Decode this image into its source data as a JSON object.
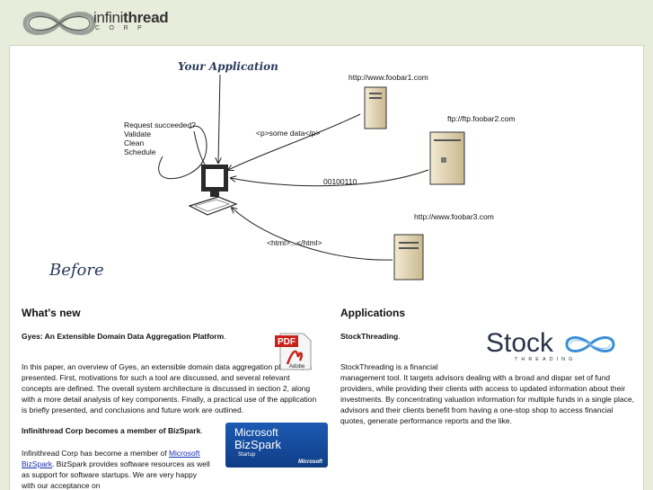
{
  "header": {
    "brand_name_light": "infini",
    "brand_name_bold": "thread",
    "brand_sub": "CORP"
  },
  "diagram": {
    "title": "Your Application",
    "before_label": "Before",
    "steps": [
      "Request succeeded?",
      "Validate",
      "Clean",
      "Schedule"
    ],
    "servers": [
      {
        "url": "http://www.foobar1.com",
        "message": "<p>some data</p>"
      },
      {
        "url": "ftp://ftp.foobar2.com",
        "message": "00100110"
      },
      {
        "url": "http://www.foobar3.com",
        "message": "<html>...</html>"
      }
    ]
  },
  "whats_new": {
    "heading": "What's new",
    "items": [
      {
        "title": "Gyes: An Extensible Domain Data Aggregation Platform",
        "body": "In this paper, an overview of Gyes, an extensible domain data aggregation platform, is presented. First, motivations for such a tool are discussed, and several relevant concepts are defined. The overall system architecture is discussed in section 2, along with a more detail analysis of key components. Finally, a practical use of the application is briefly presented, and conclusions and future work are outlined.",
        "icon_label": "Adobe",
        "icon_text": "PDF"
      },
      {
        "title": "Infinithread Corp becomes a member of BizSpark",
        "body_prefix": "Infinithread Corp has become a member of ",
        "link_text": "Microsoft BizSpark",
        "body_suffix": ". BizSpark provides software resources as well as support for software startups. We are very happy with our acceptance on",
        "badge": {
          "line1": "Microsoft",
          "line2": "BizSpark",
          "line3": "Startup",
          "line4": "Microsoft"
        }
      }
    ]
  },
  "applications": {
    "heading": "Applications",
    "items": [
      {
        "title": "StockThreading",
        "body_prefix": "StockThreading is a financial",
        "body": "management tool. It targets advisors dealing with a broad and dispar set of fund providers, while providing their clients with access to updated information about their investments. By concentrating valuation information for multiple funds in a single place, advisors and their clients benefit from having a one-stop shop to access financial quotes, generate performance reports and the like.",
        "logo_word": "Stock",
        "logo_sub": "THREADING"
      }
    ]
  }
}
